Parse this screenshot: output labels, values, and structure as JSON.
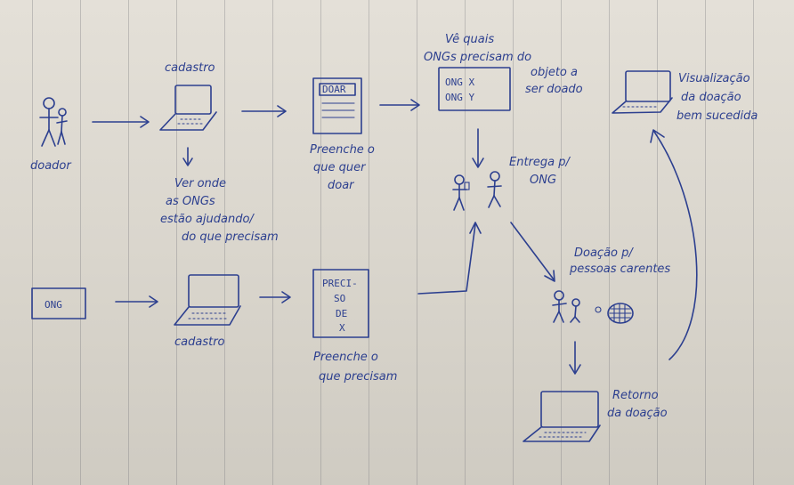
{
  "labels": {
    "doador": "doador",
    "cadastro_top": "cadastro",
    "ver_onde_1": "Ver onde",
    "ver_onde_2": "as ONGs",
    "ver_onde_3": "estão ajudando/",
    "ver_onde_4": "do que precisam",
    "preenche_doar_1": "Preenche o",
    "preenche_doar_2": "que quer",
    "preenche_doar_3": "doar",
    "doar_form_title": "DOAR",
    "ve_quais_1": "Vê quais",
    "ve_quais_2": "ONGs precisam do",
    "ve_quais_3": "objeto a",
    "ve_quais_4": "ser doado",
    "ong_x": "ONG X",
    "ong_y": "ONG Y",
    "entrega_1": "Entrega p/",
    "entrega_2": "ONG",
    "visualizacao_1": "Visualização",
    "visualizacao_2": "da doação",
    "visualizacao_3": "bem sucedida",
    "ong_box": "ONG",
    "cadastro_bottom": "cadastro",
    "precisa_1": "PRECI-",
    "precisa_2": "SO",
    "precisa_3": "DE",
    "precisa_4": "X",
    "preenche_precisam_1": "Preenche o",
    "preenche_precisam_2": "que precisam",
    "doacao_1": "Doação p/",
    "doacao_2": "pessoas carentes",
    "retorno_1": "Retorno",
    "retorno_2": "da doação"
  }
}
